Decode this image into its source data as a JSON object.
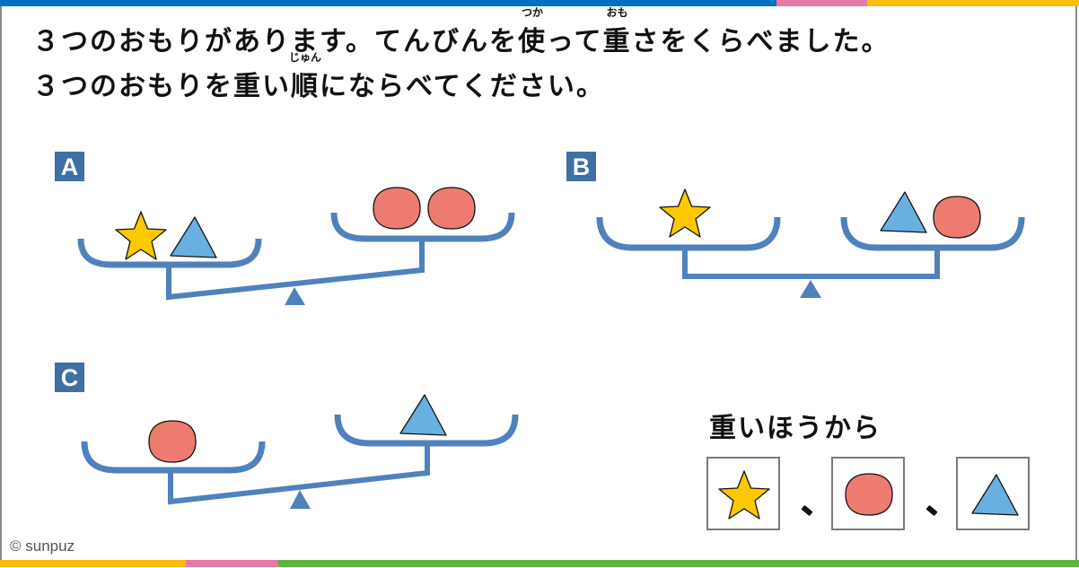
{
  "question": {
    "line1_parts": [
      "３つのおもりがあります。てんびんを",
      "使",
      "って",
      "重",
      "さをくらべました。"
    ],
    "line1_ruby": {
      "tsuka": "つか",
      "omo": "おも"
    },
    "line2_parts": [
      "３つのおもりを重い",
      "順",
      "にならべてください。"
    ],
    "line2_ruby": {
      "jun": "じゅん"
    }
  },
  "scales": [
    {
      "label": "A",
      "tilt": "left-down",
      "left_pan": [
        "star",
        "triangle"
      ],
      "right_pan": [
        "circle",
        "circle"
      ]
    },
    {
      "label": "B",
      "tilt": "balanced",
      "left_pan": [
        "star"
      ],
      "right_pan": [
        "triangle",
        "circle"
      ]
    },
    {
      "label": "C",
      "tilt": "left-down",
      "left_pan": [
        "circle"
      ],
      "right_pan": [
        "triangle"
      ]
    }
  ],
  "answer": {
    "title": "重いほうから",
    "order": [
      "star",
      "circle",
      "triangle"
    ],
    "separator": "、"
  },
  "footer": {
    "copyright": "© sunpuz"
  },
  "colors": {
    "scale_blue": "#4f81bd",
    "label_bg": "#3f6fa4",
    "star_yellow": "#fcc800",
    "circle_red": "#ee7b70",
    "triangle_blue": "#67b0e1",
    "top_bar": [
      "#0070c0",
      "#e879a6",
      "#fbbd0b"
    ],
    "bottom_bar": [
      "#fbbd0b",
      "#e879a6",
      "#5cb43d"
    ]
  }
}
